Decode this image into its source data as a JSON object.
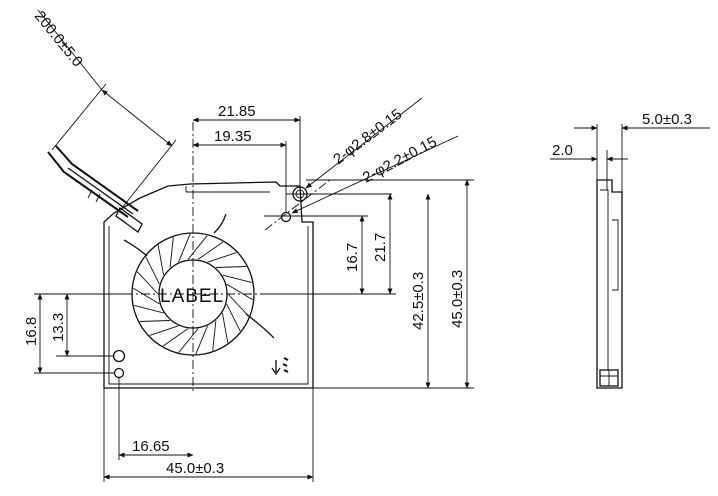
{
  "diagram": {
    "label_text": "LABEL",
    "front_view": {
      "lead_length": "200.0±5.0",
      "hole_dist_upper": "21.85",
      "hole_dist_lower": "19.35",
      "hole_large": "2-φ2.8±0.15",
      "hole_small": "2-φ2.2±0.15",
      "vert_16_7": "16.7",
      "vert_21_7": "21.7",
      "height_inner": "42.5±0.3",
      "height_outer": "45.0±0.3",
      "left_16_8": "16.8",
      "left_13_3": "13.3",
      "bottom_16_65": "16.65",
      "width_total": "45.0±0.3"
    },
    "side_view": {
      "thickness": "5.0±0.3",
      "offset": "2.0"
    },
    "icons": {
      "airflow": "airflow-arrow-icon"
    }
  }
}
